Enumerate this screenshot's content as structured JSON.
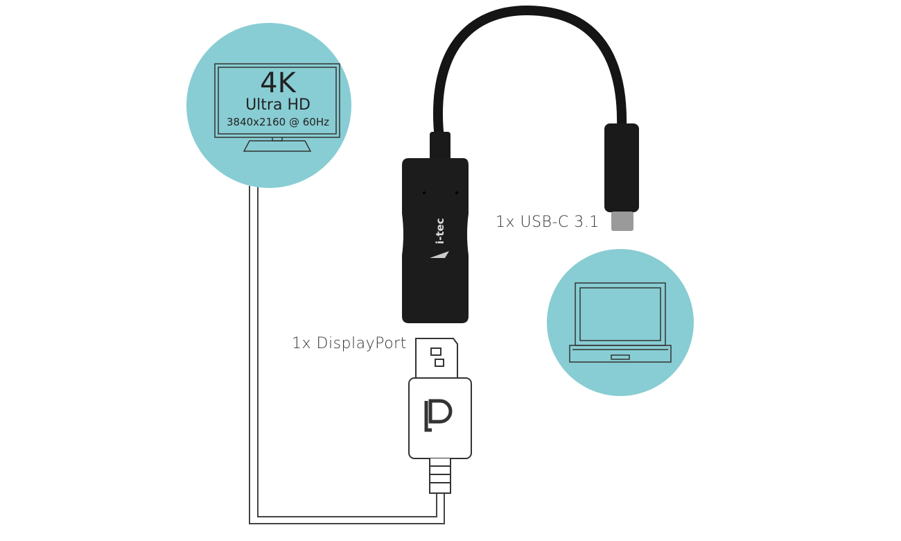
{
  "monitor": {
    "title": "4K",
    "subtitle": "Ultra HD",
    "resolution": "3840x2160 @ 60Hz"
  },
  "labels": {
    "usb_c": "1x USB-C 3.1",
    "displayport": "1x DisplayPort"
  },
  "adapter": {
    "brand": "i-tec"
  },
  "colors": {
    "circle": "#88cdd3",
    "line": "#333333",
    "adapter": "#1a1a1a"
  }
}
